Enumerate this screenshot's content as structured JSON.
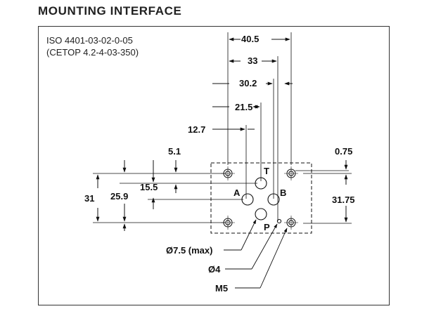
{
  "title": "MOUNTING INTERFACE",
  "standard": {
    "line1": "ISO 4401-03-02-0-05",
    "line2": "(CETOP 4.2-4-03-350)"
  },
  "dimensions": {
    "d40_5": "40.5",
    "d33": "33",
    "d30_2": "30.2",
    "d21_5": "21.5",
    "d12_7": "12.7",
    "d5_1": "5.1",
    "d0_75": "0.75",
    "d31": "31",
    "d25_9": "25.9",
    "d15_5": "15.5",
    "d31_75": "31.75"
  },
  "ports": {
    "t": "T",
    "a": "A",
    "b": "B",
    "p": "P"
  },
  "callouts": {
    "port_dia": "Ø7.5 (max)",
    "pin_dia": "Ø4",
    "thread": "M5"
  }
}
